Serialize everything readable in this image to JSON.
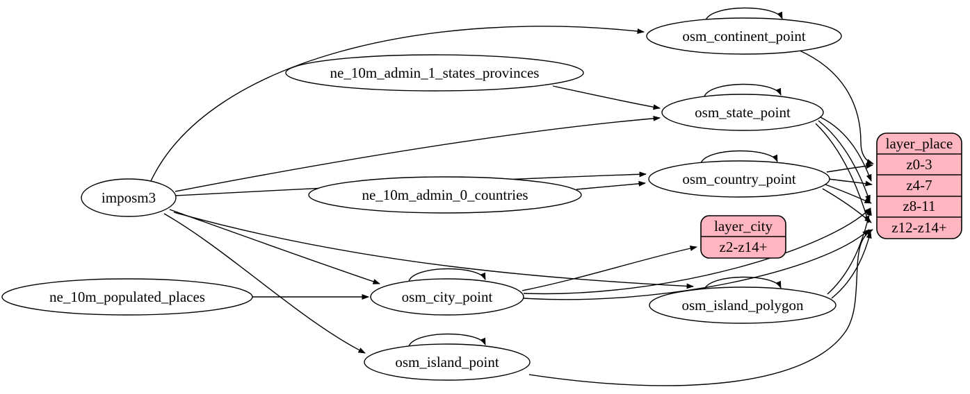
{
  "diagram": {
    "type": "graphviz-dependency-graph",
    "direction": "left-to-right",
    "colors": {
      "background": "#ffffff",
      "node_fill": "#ffffff",
      "record_fill": "#ffb6c1",
      "stroke": "#000000",
      "text": "#000000"
    },
    "nodes": {
      "imposm3": {
        "label": "imposm3",
        "shape": "ellipse"
      },
      "ne_10m_admin_1_states_provinces": {
        "label": "ne_10m_admin_1_states_provinces",
        "shape": "ellipse"
      },
      "ne_10m_admin_0_countries": {
        "label": "ne_10m_admin_0_countries",
        "shape": "ellipse"
      },
      "ne_10m_populated_places": {
        "label": "ne_10m_populated_places",
        "shape": "ellipse"
      },
      "osm_continent_point": {
        "label": "osm_continent_point",
        "shape": "ellipse",
        "self_loop": true
      },
      "osm_state_point": {
        "label": "osm_state_point",
        "shape": "ellipse",
        "self_loop": true
      },
      "osm_country_point": {
        "label": "osm_country_point",
        "shape": "ellipse",
        "self_loop": true
      },
      "osm_city_point": {
        "label": "osm_city_point",
        "shape": "ellipse",
        "self_loop": true
      },
      "osm_island_polygon": {
        "label": "osm_island_polygon",
        "shape": "ellipse",
        "self_loop": true
      },
      "osm_island_point": {
        "label": "osm_island_point",
        "shape": "ellipse",
        "self_loop": true
      }
    },
    "layers": {
      "layer_city": {
        "title": "layer_city",
        "rows": [
          "z2-z14+"
        ]
      },
      "layer_place": {
        "title": "layer_place",
        "rows": [
          "z0-3",
          "z4-7",
          "z8-11",
          "z12-z14+"
        ]
      }
    },
    "edges": [
      {
        "from": "imposm3",
        "to": "osm_continent_point"
      },
      {
        "from": "imposm3",
        "to": "osm_state_point"
      },
      {
        "from": "imposm3",
        "to": "osm_country_point"
      },
      {
        "from": "imposm3",
        "to": "osm_city_point"
      },
      {
        "from": "imposm3",
        "to": "osm_island_polygon"
      },
      {
        "from": "imposm3",
        "to": "osm_island_point"
      },
      {
        "from": "ne_10m_admin_1_states_provinces",
        "to": "osm_state_point"
      },
      {
        "from": "ne_10m_admin_0_countries",
        "to": "osm_country_point"
      },
      {
        "from": "ne_10m_populated_places",
        "to": "osm_city_point"
      },
      {
        "from": "osm_continent_point",
        "to": "osm_continent_point"
      },
      {
        "from": "osm_state_point",
        "to": "osm_state_point"
      },
      {
        "from": "osm_country_point",
        "to": "osm_country_point"
      },
      {
        "from": "osm_city_point",
        "to": "osm_city_point"
      },
      {
        "from": "osm_island_polygon",
        "to": "osm_island_polygon"
      },
      {
        "from": "osm_island_point",
        "to": "osm_island_point"
      },
      {
        "from": "osm_continent_point",
        "to": "layer_place.z0-3"
      },
      {
        "from": "osm_state_point",
        "to": "layer_place.z4-7"
      },
      {
        "from": "osm_state_point",
        "to": "layer_place.z8-11"
      },
      {
        "from": "osm_state_point",
        "to": "layer_place.z12-z14+"
      },
      {
        "from": "osm_country_point",
        "to": "layer_place.z0-3"
      },
      {
        "from": "osm_country_point",
        "to": "layer_place.z4-7"
      },
      {
        "from": "osm_country_point",
        "to": "layer_place.z8-11"
      },
      {
        "from": "osm_country_point",
        "to": "layer_place.z12-z14+"
      },
      {
        "from": "osm_city_point",
        "to": "layer_city.z2-z14+"
      },
      {
        "from": "osm_city_point",
        "to": "layer_place.z8-11"
      },
      {
        "from": "osm_city_point",
        "to": "layer_place.z12-z14+"
      },
      {
        "from": "osm_island_polygon",
        "to": "layer_place.z8-11"
      },
      {
        "from": "osm_island_polygon",
        "to": "layer_place.z12-z14+"
      },
      {
        "from": "osm_island_point",
        "to": "layer_place.z12-z14+"
      }
    ]
  }
}
